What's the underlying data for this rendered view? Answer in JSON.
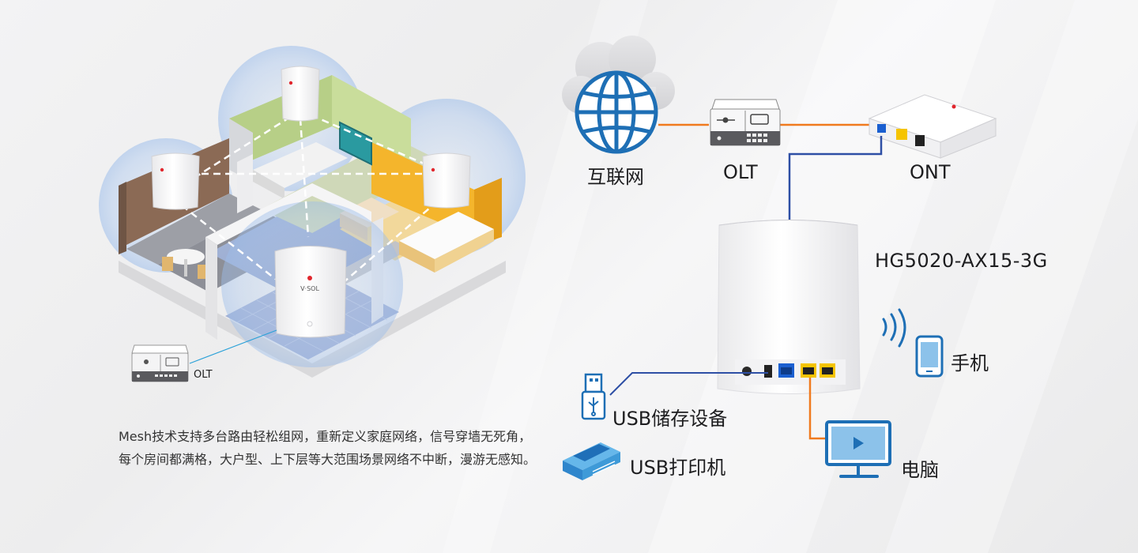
{
  "description": "Mesh技术支持多台路由轻松组网，重新定义家庭网络，信号穿墙无死角，每个房间都满格，大户型、上下层等大范围场景网络不中断，漫游无感知。",
  "house": {
    "olt_label": "OLT",
    "router_brand": "V·SOL"
  },
  "topology": {
    "internet_label": "互联网",
    "olt_label": "OLT",
    "ont_label": "ONT",
    "model_label": "HG5020-AX15-3G",
    "phone_label": "手机",
    "usb_storage_label": "USB储存设备",
    "usb_printer_label": "USB打印机",
    "pc_label": "电脑"
  },
  "colors": {
    "globe": "#1e6fb5",
    "fiber_line": "#f07a1e",
    "blue_line": "#2e4fa5",
    "wifi_bubble": "#8fb6e6",
    "lan_port": "#f5c400",
    "wan_port": "#1a5fd0",
    "pc_screen": "#1e6fb5"
  }
}
